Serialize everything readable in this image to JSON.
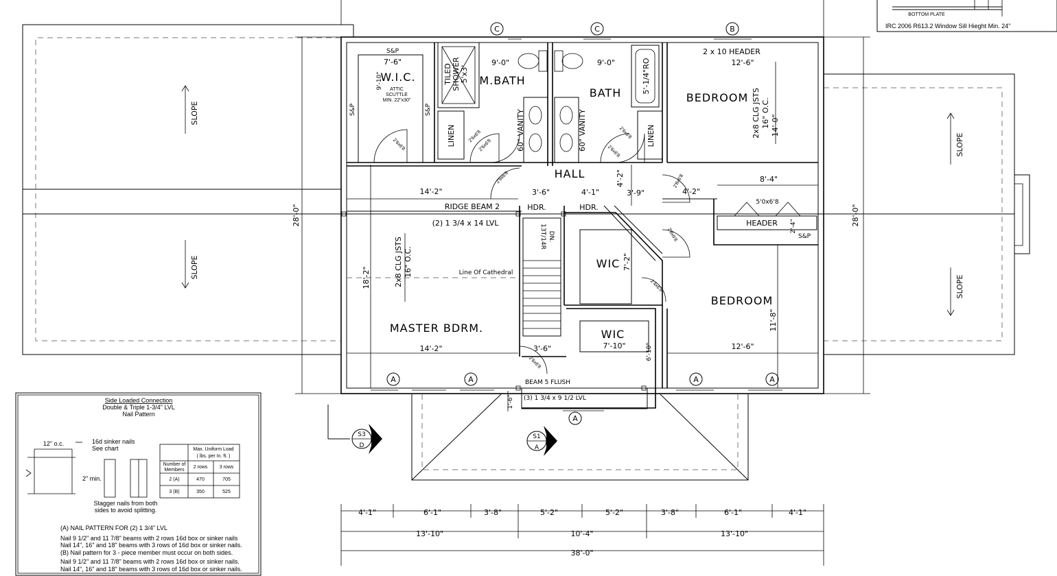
{
  "rooms": {
    "wic_top": "W.I.C.",
    "attic": "ATTIC",
    "scuttle": "SCUTTLE",
    "scuttle_min": "MIN. 22\"x30\"",
    "tiled_shower": "TILED",
    "tiled_shower2": "SHOWER",
    "shower_size": "5'x3'",
    "mbath": "M.BATH",
    "bath": "BATH",
    "bedroom_top": "BEDROOM",
    "hall": "HALL",
    "linen1": "LINEN",
    "linen2": "LINEN",
    "vanity1": "60\" VANITY",
    "vanity2": "60\" VANITY",
    "master": "MASTER BDRM.",
    "wic_mid": "WIC",
    "wic_low": "WIC",
    "bedroom_bottom": "BEDROOM",
    "tub": "5'-1/4\"RO"
  },
  "labels": {
    "header_2x10": "2 x 10 HEADER",
    "header": "HEADER",
    "ridge": "RIDGE BEAM 2",
    "ridge_lvl": "(2) 1 3/4 x 14 LVL",
    "hdr1": "HDR.",
    "hdr2": "HDR.",
    "clg1": "2x8 CLG JSTS",
    "clg1b": "16\" O.C.",
    "clg2": "2x8 CLG JSTS",
    "clg2b": "16\" O.C.",
    "cathedral": "Line Of Cathedral",
    "stairs": "13T/14R",
    "stairs_dn": "DN.",
    "beam5": "BEAM 5 FLUSH",
    "beam5_lvl": "(3) 1 3/4 x 9 1/2 LVL",
    "sp1": "S&P",
    "sp2": "S&P",
    "sp3": "S&P",
    "sp4": "S&P",
    "door_50": "5'0x6'8",
    "door_26a": "2'6x6'8",
    "door_26b": "2'6x6'8",
    "door_26c": "2'6x6'8",
    "door_26d": "2'6x6'8",
    "door_26e": "2'6x6'8",
    "door_28a": "2'8x6'8",
    "door_28b": "2'8x6'8",
    "door_28c": "2'8x6'8",
    "door_24": "2'4x6'8",
    "door_26f": "2'6x6'8",
    "slope1": "SLOPE",
    "slope2": "SLOPE",
    "slope3": "SLOPE",
    "slope4": "SLOPE",
    "window_A": "A",
    "window_B": "B",
    "window_C": "C",
    "sec_s3": "S3",
    "sec_d": "D",
    "sec_s1": "S1",
    "sec_a": "A",
    "irc": "IRC 2006   R613.2   Window Sill Hieght Min. 24\"",
    "bottom_plate": "BOTTOM PLATE"
  },
  "dims": {
    "d_7_6": "7'-6\"",
    "d_9_10": "9'-10\"",
    "d_9_0a": "9'-0\"",
    "d_9_0b": "9'-0\"",
    "d_12_6a": "12'-6\"",
    "d_14_0": "14'-0\"",
    "d_14_2a": "14'-2\"",
    "d_3_6a": "3'-6\"",
    "d_4_1a": "4'-1\"",
    "d_3_9": "3'-9\"",
    "d_4_2a": "4'-2\"",
    "d_4_2b": "4'-2\"",
    "d_8_4": "8'-4\"",
    "d_2_4": "2'-4\"",
    "d_28_0a": "28'-0\"",
    "d_28_0b": "28'-0\"",
    "d_18_2": "18'-2\"",
    "d_7_2": "7'-2\"",
    "d_11_8": "11'-8\"",
    "d_7_10": "7'-10\"",
    "d_6_10": "6'-10\"",
    "d_12_6b": "12'-6\"",
    "d_14_2b": "14'-2\"",
    "d_3_6b": "3'-6\"",
    "d_1_6": "1'-6\"",
    "b_4_1a": "4'-1\"",
    "b_6_1a": "6'-1\"",
    "b_3_8a": "3'-8\"",
    "b_5_2a": "5'-2\"",
    "b_5_2b": "5'-2\"",
    "b_3_8b": "3'-8\"",
    "b_6_1b": "6'-1\"",
    "b_4_1b": "4'-1\"",
    "b_13_10a": "13'-10\"",
    "b_10_4": "10'-4\"",
    "b_13_10b": "13'-10\"",
    "b_38_0": "38'-0\""
  },
  "legend": {
    "title": "Side Loaded Connection",
    "sub1": "Double & Triple 1-3/4\" LVL",
    "sub2": "Nail Pattern",
    "spacing": "12\" o.c.",
    "nails": "16d sinker nails",
    "see": "See chart",
    "min": "2\" min.",
    "stagger1": "Stagger nails from both",
    "stagger2": "sides to avoid splitting.",
    "table_head": "Max. Uniform Load",
    "table_head2": "( lbs. per In. ft. )",
    "col0a": "Number of",
    "col0b": "Members",
    "col1": "2 rows",
    "col2": "3 rows",
    "row1": [
      "2 (A)",
      "470",
      "705"
    ],
    "row2": [
      "3 (B)",
      "350",
      "525"
    ],
    "patA": "(A) NAIL PATTERN FOR  (2) 1 3/4\" LVL",
    "n1": "Nail 9 1/2\" and 11 7/8\" beams with 2 rows 16d box or sinker nails",
    "n2": "Nail 14\", 16\" and 18\" beams with 3 rows of 16d box or sinker nails.",
    "patB": "(B) Nail pattern for 3 - piece member must occur on both sides.",
    "n3": "Nail 9 1/2\" and 11 7/8\" beams with 2 rows 16d box or sinker nails.",
    "n4": "Nail 14\", 16\" and 18\" beams with 3 rows of 16d box or sinker nails."
  }
}
